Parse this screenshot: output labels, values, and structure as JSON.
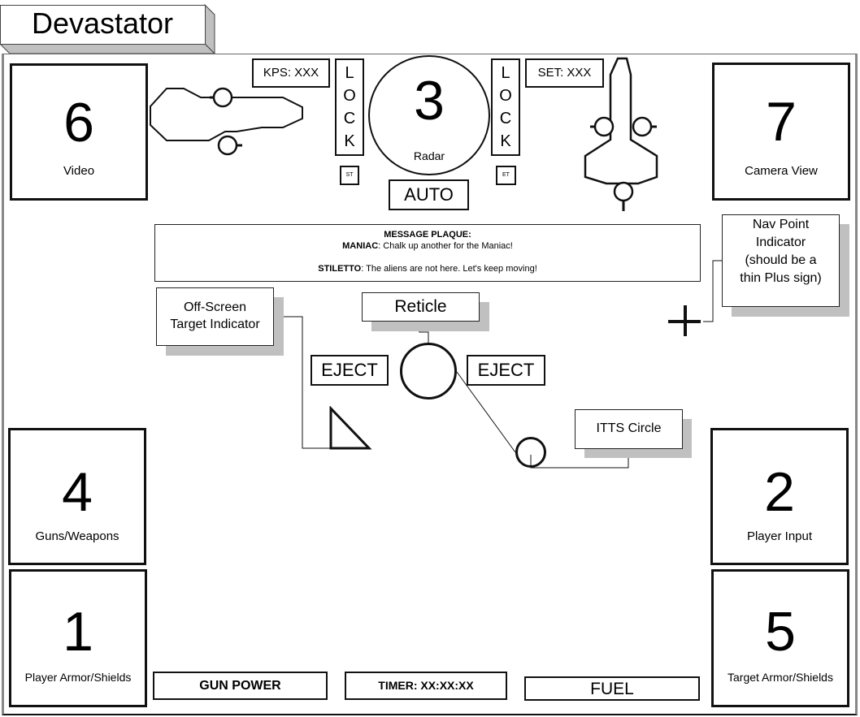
{
  "title": "Devastator",
  "panels": {
    "video": {
      "number": "6",
      "label": "Video"
    },
    "camera": {
      "number": "7",
      "label": "Camera View"
    },
    "guns": {
      "number": "4",
      "label": "Guns/Weapons"
    },
    "player_input": {
      "number": "2",
      "label": "Player Input"
    },
    "player_armor": {
      "number": "1",
      "label": "Player Armor/Shields"
    },
    "target_armor": {
      "number": "5",
      "label": "Target Armor/Shields"
    }
  },
  "radar": {
    "number": "3",
    "label": "Radar",
    "mode_button": "AUTO"
  },
  "kps": "KPS: XXX",
  "set": "SET: XXX",
  "lock_left": [
    "L",
    "O",
    "C",
    "K"
  ],
  "lock_right": [
    "L",
    "O",
    "C",
    "K"
  ],
  "st_label": "ST",
  "et_label": "ET",
  "message_plaque": {
    "header": "MESSAGE PLAQUE:",
    "messages": [
      {
        "speaker": "MANIAC",
        "text": ":  Chalk up another for the Maniac!"
      },
      {
        "speaker": "STILETTO",
        "text": ": The aliens are not here.  Let's keep moving!"
      }
    ]
  },
  "callouts": {
    "offscreen": [
      "Off-Screen",
      "Target Indicator"
    ],
    "reticle": "Reticle",
    "itts": "ITTS Circle",
    "nav_point": [
      "Nav Point",
      "Indicator",
      "(should be a",
      "thin Plus sign)"
    ]
  },
  "eject_left": "EJECT",
  "eject_right": "EJECT",
  "bottom_bar": {
    "gun_power": "GUN POWER",
    "timer": "TIMER:  XX:XX:XX",
    "fuel": "FUEL"
  }
}
